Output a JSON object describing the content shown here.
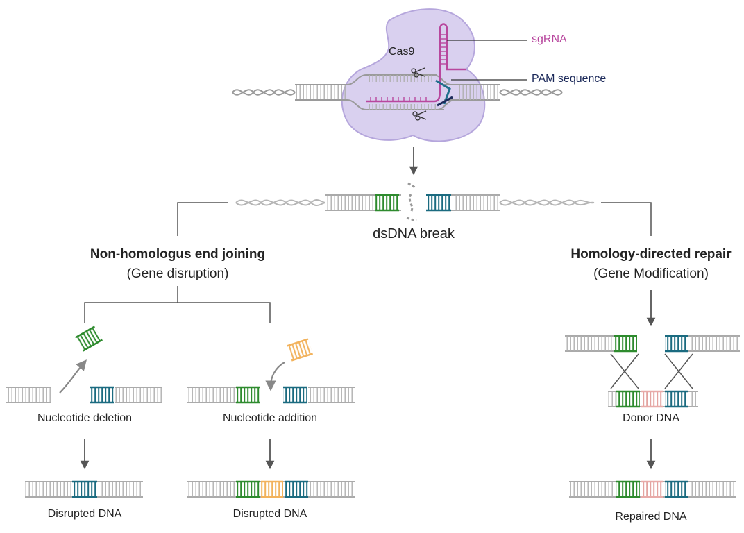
{
  "labels": {
    "cas9": "Cas9",
    "sgrna": "sgRNA",
    "pam": "PAM sequence",
    "break": "dsDNA break",
    "nhej_title": "Non-homologus end joining",
    "nhej_sub": "(Gene disruption)",
    "hdr_title": "Homology-directed repair",
    "hdr_sub": "(Gene Modification)",
    "deletion": "Nucleotide deletion",
    "addition": "Nucleotide addition",
    "donor": "Donor DNA",
    "disrupted_1": "Disrupted DNA",
    "disrupted_2": "Disrupted DNA",
    "repaired": "Repaired DNA"
  },
  "colors": {
    "cas9_fill": "#d9d0ef",
    "cas9_stroke": "#b5a6dc",
    "sgrna": "#b8479e",
    "pam": "#1f6f8b",
    "pam_dark": "#1c2a5a",
    "green": "#2e8b2e",
    "teal": "#1b6b80",
    "orange": "#f2b25c",
    "pink": "#e8aaa8",
    "dna_gray": "#9a9a9a",
    "arrow": "#555555"
  },
  "icons": {
    "scissors": "scissors-icon"
  }
}
